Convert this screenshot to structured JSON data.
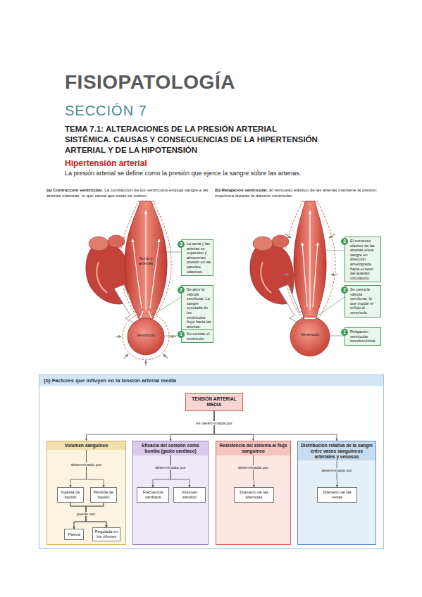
{
  "diagram": {
    "title": "FISIOPATOLOGÍA",
    "nodes": [
      {
        "text": [
          "3",
          "La aorta y las arterias se expanden y almacenan presión en las paredes elásticas."
        ]
      },
      {
        "text": [
          "2",
          "Se abre la válvula semilunar. La sangre eyectada de los ventrículos fluye hacia las arterias."
        ]
      },
      {
        "text": [
          "1",
          "Se contrae el ventrículo."
        ]
      },
      {
        "text": [
          "3",
          "El retroceso elástico de las arterias envía sangre en dirección anterógrada hacia el resto del aparato circulatorio."
        ]
      },
      {
        "text": [
          "2",
          "Se cierra la válvula semilunar, lo que impide el reflujo al ventrículo."
        ]
      },
      {
        "text": [
          "1",
          "Relajación ventricular isovolumétrica."
        ]
      },
      {
        "text": [
          "(b) Factores que influyen en la tensión arterial media"
        ]
      },
      {
        "text": [
          "TENSIÓN ARTERIAL MEDIA"
        ],
        "in": 6
      },
      {
        "text": [
          "Volumen sanguíneo"
        ],
        "in": 6
      },
      {
        "text": [
          "Ingesta de líquido"
        ],
        "in": 8
      },
      {
        "text": [
          "Pérdida de líquido"
        ],
        "in": 8
      },
      {
        "text": [
          "Pasiva"
        ],
        "in": 8
      },
      {
        "text": [
          "Regulada en los riñones"
        ],
        "in": 8
      },
      {
        "text": [
          "Eficacia del corazón como bomba (gasto cardíaco)"
        ],
        "in": 6
      },
      {
        "text": [
          "Frecuencia cardíaca"
        ],
        "in": 13
      },
      {
        "text": [
          "Volumen sistólico"
        ],
        "in": 13
      },
      {
        "text": [
          "Resistencia del sistema al flujo sanguíneo"
        ],
        "in": 6
      },
      {
        "text": [
          "Diámetro de las arteriolas"
        ],
        "in": 16
      },
      {
        "text": [
          "Distribución relativa de la sangre entre vasos sanguíneos arteriales y venosos"
        ],
        "in": 6
      },
      {
        "text": [
          "Diámetro de las venas"
        ],
        "in": 18
      }
    ],
    "edges": [
      {
        "from": 7,
        "to": 8,
        "arrow": "to",
        "label": "es determinada por"
      },
      {
        "from": 7,
        "to": 13,
        "arrow": "to"
      },
      {
        "from": 7,
        "to": 16,
        "arrow": "to"
      },
      {
        "from": 7,
        "to": 18,
        "arrow": "to"
      },
      {
        "from": 8,
        "to": 9,
        "arrow": "to",
        "label": "determinado por"
      },
      {
        "from": 8,
        "to": 10,
        "arrow": "to"
      },
      {
        "from": 9,
        "to": 11,
        "arrow": "to",
        "label": "puede ser"
      },
      {
        "from": 9,
        "to": 12,
        "arrow": "to"
      },
      {
        "from": 10,
        "to": 11,
        "arrow": "to"
      },
      {
        "from": 10,
        "to": 12,
        "arrow": "to"
      },
      {
        "from": 13,
        "to": 14,
        "arrow": "to",
        "label": "determinada por"
      },
      {
        "from": 13,
        "to": 15,
        "arrow": "to"
      },
      {
        "from": 16,
        "to": 17,
        "arrow": "to",
        "label": "determinada por"
      },
      {
        "from": 18,
        "to": 19,
        "arrow": "to",
        "label": "determinada por"
      }
    ],
    "labels": [
      "SECCIÓN 7",
      "TEMA 7.1: ALTERACIONES DE LA PRESIÓN ARTERIAL SISTÉMICA. CAUSAS Y CONSECUENCIAS DE LA HIPERTENSIÓN ARTERIAL Y DE LA HIPOTENSIÓN",
      "Hipertensión arterial",
      "La presión arterial se define como la presión que ejerce la sangre sobre las arterias.",
      "(a) Contracción ventricular.",
      "La contracción de los ventrículos empuja sangre a las arterias elásticas, lo que causa que estas se estiren.",
      "Aorta y arterias",
      "Ventrículo",
      "(b) Relajación ventricular.",
      "El retroceso elástico de las arterias mantiene la presión impulsora durante la diástole ventricular.",
      "Ventrículo"
    ]
  }
}
